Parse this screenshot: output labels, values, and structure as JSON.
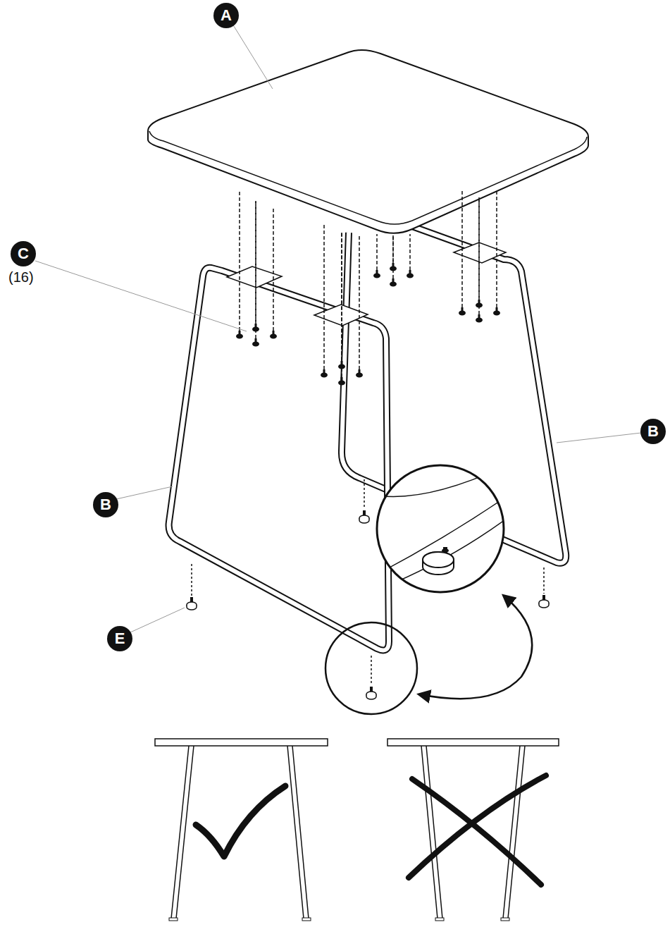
{
  "diagram": {
    "labels": [
      "A",
      "C",
      "(16)",
      "B",
      "B",
      "E"
    ]
  }
}
